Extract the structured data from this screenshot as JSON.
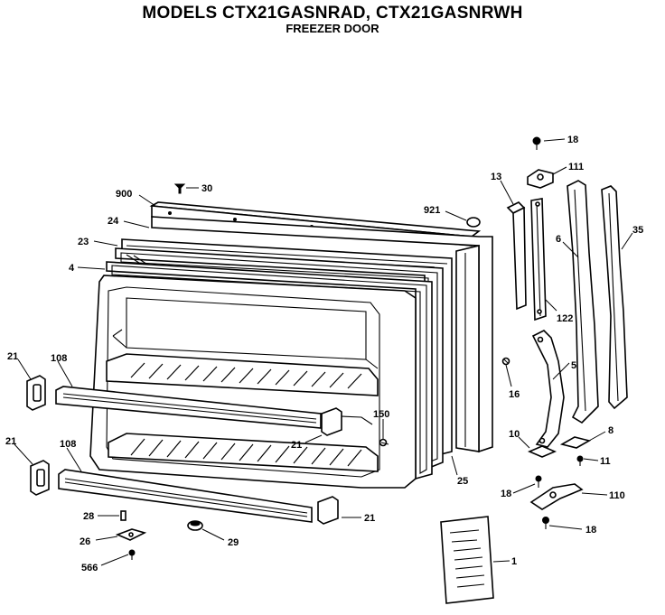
{
  "header": {
    "title": "MODELS CTX21GASNRAD, CTX21GASNRWH",
    "subtitle": "FREEZER DOOR"
  },
  "callouts": {
    "c18a": "18",
    "c111": "111",
    "c13": "13",
    "c6": "6",
    "c35": "35",
    "c30": "30",
    "c900": "900",
    "c921": "921",
    "c24": "24",
    "c23": "23",
    "c4": "4",
    "c122": "122",
    "c5": "5",
    "c16": "16",
    "c21a": "21",
    "c108a": "108",
    "c150": "150",
    "c21b": "21",
    "c10": "10",
    "c8": "8",
    "c11": "11",
    "c21c": "21",
    "c108b": "108",
    "c25": "25",
    "c18b": "18",
    "c110": "110",
    "c28": "28",
    "c21d": "21",
    "c26": "26",
    "c29": "29",
    "c18c": "18",
    "c1": "1",
    "c566": "566"
  }
}
